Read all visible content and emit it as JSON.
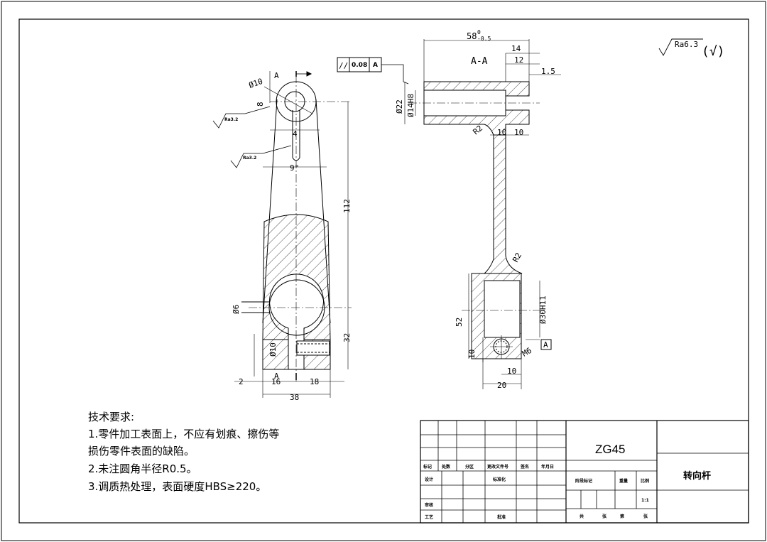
{
  "roughness": {
    "global_symbol": "Ra6.3",
    "others_mark": "(√)",
    "rough_1": "Ra3.2",
    "rough_2": "Ra3.2"
  },
  "tolerance": {
    "symbol": "//",
    "value": "0.08",
    "datum": "A",
    "datum_box": "A"
  },
  "section": {
    "label": "A-A",
    "cut_top": "A",
    "cut_bottom": "A"
  },
  "front_view_dims": {
    "d10_top": "Ø10",
    "d8": "8",
    "d4": "4",
    "angle": "9°",
    "d112": "112",
    "d6": "Ø6",
    "d10_bottom": "Ø10",
    "d32": "32",
    "d2": "2",
    "d16": "16",
    "d18": "18",
    "d38": "38"
  },
  "section_view_dims": {
    "d58": "58",
    "d58_tol_upper": "0",
    "d58_tol_lower": "-0.5",
    "d14": "14",
    "d12": "12",
    "d1_5": "1.5",
    "d22": "Ø22",
    "d14h8": "Ø14H8",
    "r2_top": "R2",
    "d10_a": "10",
    "d10_b": "10",
    "r2_mid": "R2",
    "d30h11": "Ø30H11",
    "d52": "52",
    "d10_left": "10",
    "m6": "M6",
    "d10_bottom": "10",
    "d20": "20"
  },
  "tech_requirements": {
    "title": "技术要求:",
    "line1": "1.零件加工表面上，不应有划痕、擦伤等",
    "line2": "损伤零件表面的缺陷。",
    "line3": "2.未注圆角半径R0.5。",
    "line4": "3.调质热处理，表面硬度HBS≥220。"
  },
  "title_block": {
    "material": "ZG45",
    "part_name": "转向杆",
    "h_mark": "标记",
    "h_count": "处数",
    "h_zone": "分区",
    "h_docno": "更改文件号",
    "h_sign": "签名",
    "h_date": "年月日",
    "design": "设计",
    "standard": "标准化",
    "stage": "阶段标记",
    "weight": "重量",
    "scale_label": "比例",
    "scale": "1:1",
    "review": "审核",
    "process": "工艺",
    "approve": "批准",
    "total": "共",
    "sheets": "张",
    "page": "第",
    "sheet": "张"
  }
}
